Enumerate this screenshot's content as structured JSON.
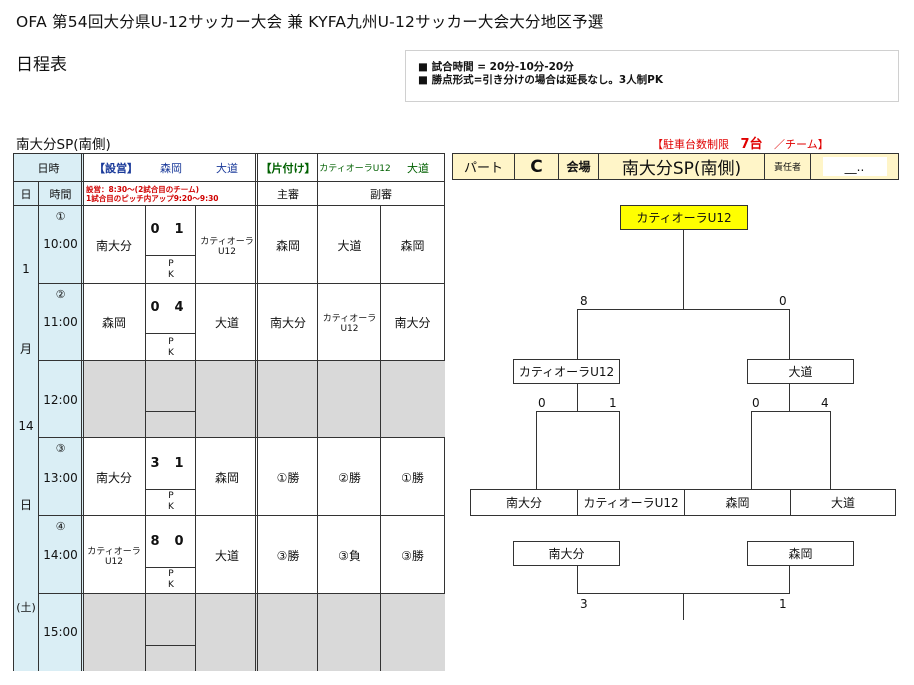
{
  "header": {
    "title": "OFA 第54回大分県U-12サッカー大会 兼 KYFA九州U-12サッカー大会大分地区予選",
    "subtitle": "日程表",
    "rules": [
      "■ 試合時間 = 20分-10分-20分",
      "■ 勝点形式=引き分けの場合は延長なし。3人制PK"
    ],
    "venue_title": "南大分SP(南側)",
    "parking_prefix": "【駐車台数制限",
    "parking_count": "7台",
    "parking_suffix": "／チーム】"
  },
  "table": {
    "h_datetime": "日時",
    "h_setup": "【設営】",
    "h_setup_team1": "森岡",
    "h_setup_team2": "大道",
    "h_cleanup": "【片付け】",
    "h_cleanup_team1": "カティオーラU12",
    "h_cleanup_team2": "大道",
    "h_day": "日",
    "h_time": "時間",
    "h_note1": "設営：8:30～(2試合目のチーム)",
    "h_note2": "1試合目のピッチ内アップ9:20～9:30",
    "h_referee": "主審",
    "h_assistant": "副審",
    "date_chars": [
      "1",
      "月",
      "14",
      "日",
      "(土)"
    ],
    "pk_p": "P",
    "pk_k": "K",
    "rows": [
      {
        "no": "①",
        "time": "10:00",
        "home": "南大分",
        "hs": "0",
        "as": "1",
        "away": "カティオーラU12",
        "ref": "森岡",
        "a1": "大道",
        "a2": "森岡"
      },
      {
        "no": "②",
        "time": "11:00",
        "home": "森岡",
        "hs": "0",
        "as": "4",
        "away": "大道",
        "ref": "南大分",
        "a1": "カティオーラU12",
        "a2": "南大分"
      },
      {
        "no": "",
        "time": "12:00"
      },
      {
        "no": "③",
        "time": "13:00",
        "home": "南大分",
        "hs": "3",
        "as": "1",
        "away": "森岡",
        "ref": "①勝",
        "a1": "②勝",
        "a2": "①勝"
      },
      {
        "no": "④",
        "time": "14:00",
        "home": "カティオーラU12",
        "hs": "8",
        "as": "0",
        "away": "大道",
        "ref": "③勝",
        "a1": "③負",
        "a2": "③勝"
      },
      {
        "no": "",
        "time": "15:00"
      }
    ]
  },
  "right_header": {
    "part_label": "パート",
    "part_value": "C",
    "venue_label": "会場",
    "venue_value": "南大分SP(南側)",
    "manager_label": "責任者",
    "manager_value": "__.."
  },
  "bracket": {
    "champion": "カティオーラU12",
    "final_left_score": "8",
    "final_right_score": "0",
    "semi_left": "カティオーラU12",
    "semi_right": "大道",
    "sl_left_score": "0",
    "sl_right_score": "1",
    "sr_left_score": "0",
    "sr_right_score": "4",
    "teams": [
      "南大分",
      "カティオーラU12",
      "森岡",
      "大道"
    ],
    "third_left": "南大分",
    "third_right": "森岡",
    "third_left_score": "3",
    "third_right_score": "1",
    "colors": {
      "champion_bg": "#ffff00",
      "header_bg": "#fff5c8",
      "gray_row": "#d9d9d9",
      "date_col_bg": "#daeef5",
      "red_text": "#e00000"
    }
  }
}
